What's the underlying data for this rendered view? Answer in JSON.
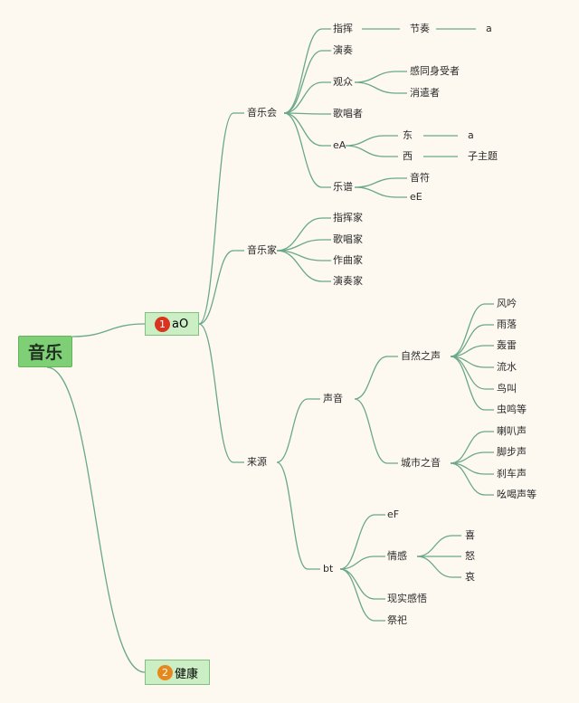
{
  "diagram": {
    "root": {
      "label": "音乐"
    },
    "branch1": {
      "number": "1",
      "label": "aO"
    },
    "branch2": {
      "number": "2",
      "label": "健康"
    },
    "yinyuehui": {
      "label": "音乐会",
      "zhihui": {
        "label": "指挥",
        "jiezou": "节奏",
        "a": "a"
      },
      "yanzou": "演奏",
      "guanzhong": {
        "label": "观众",
        "c1": "感同身受者",
        "c2": "消遣者"
      },
      "gechangzhe": "歌唱者",
      "ea": {
        "label": "eA",
        "dong": "东",
        "dong_a": "a",
        "xi": "西",
        "xi_child": "子主题"
      },
      "yuepu": {
        "label": "乐谱",
        "c1": "音符",
        "c2": "eE"
      }
    },
    "yinyuejia": {
      "label": "音乐家",
      "items": [
        "指挥家",
        "歌唱家",
        "作曲家",
        "演奏家"
      ]
    },
    "laiyuan": {
      "label": "来源",
      "shengyin": {
        "label": "声音",
        "ziran": {
          "label": "自然之声",
          "items": [
            "风吟",
            "雨落",
            "轰雷",
            "流水",
            "鸟叫",
            "虫鸣等"
          ]
        },
        "chengshi": {
          "label": "城市之音",
          "items": [
            "喇叭声",
            "脚步声",
            "刹车声",
            "吆喝声等"
          ]
        }
      },
      "bt": {
        "label": "bt",
        "ef": "eF",
        "qinggan": {
          "label": "情感",
          "items": [
            "喜",
            "怒",
            "哀"
          ]
        },
        "xianshi": "现实感悟",
        "jisi": "祭祀"
      }
    }
  },
  "colors": {
    "line": "#6aa888",
    "root": "#7fcf77",
    "node": "#cbeec5",
    "badge1": "#d9341f",
    "badge2": "#e6891d",
    "background": "#fdf9f1"
  }
}
